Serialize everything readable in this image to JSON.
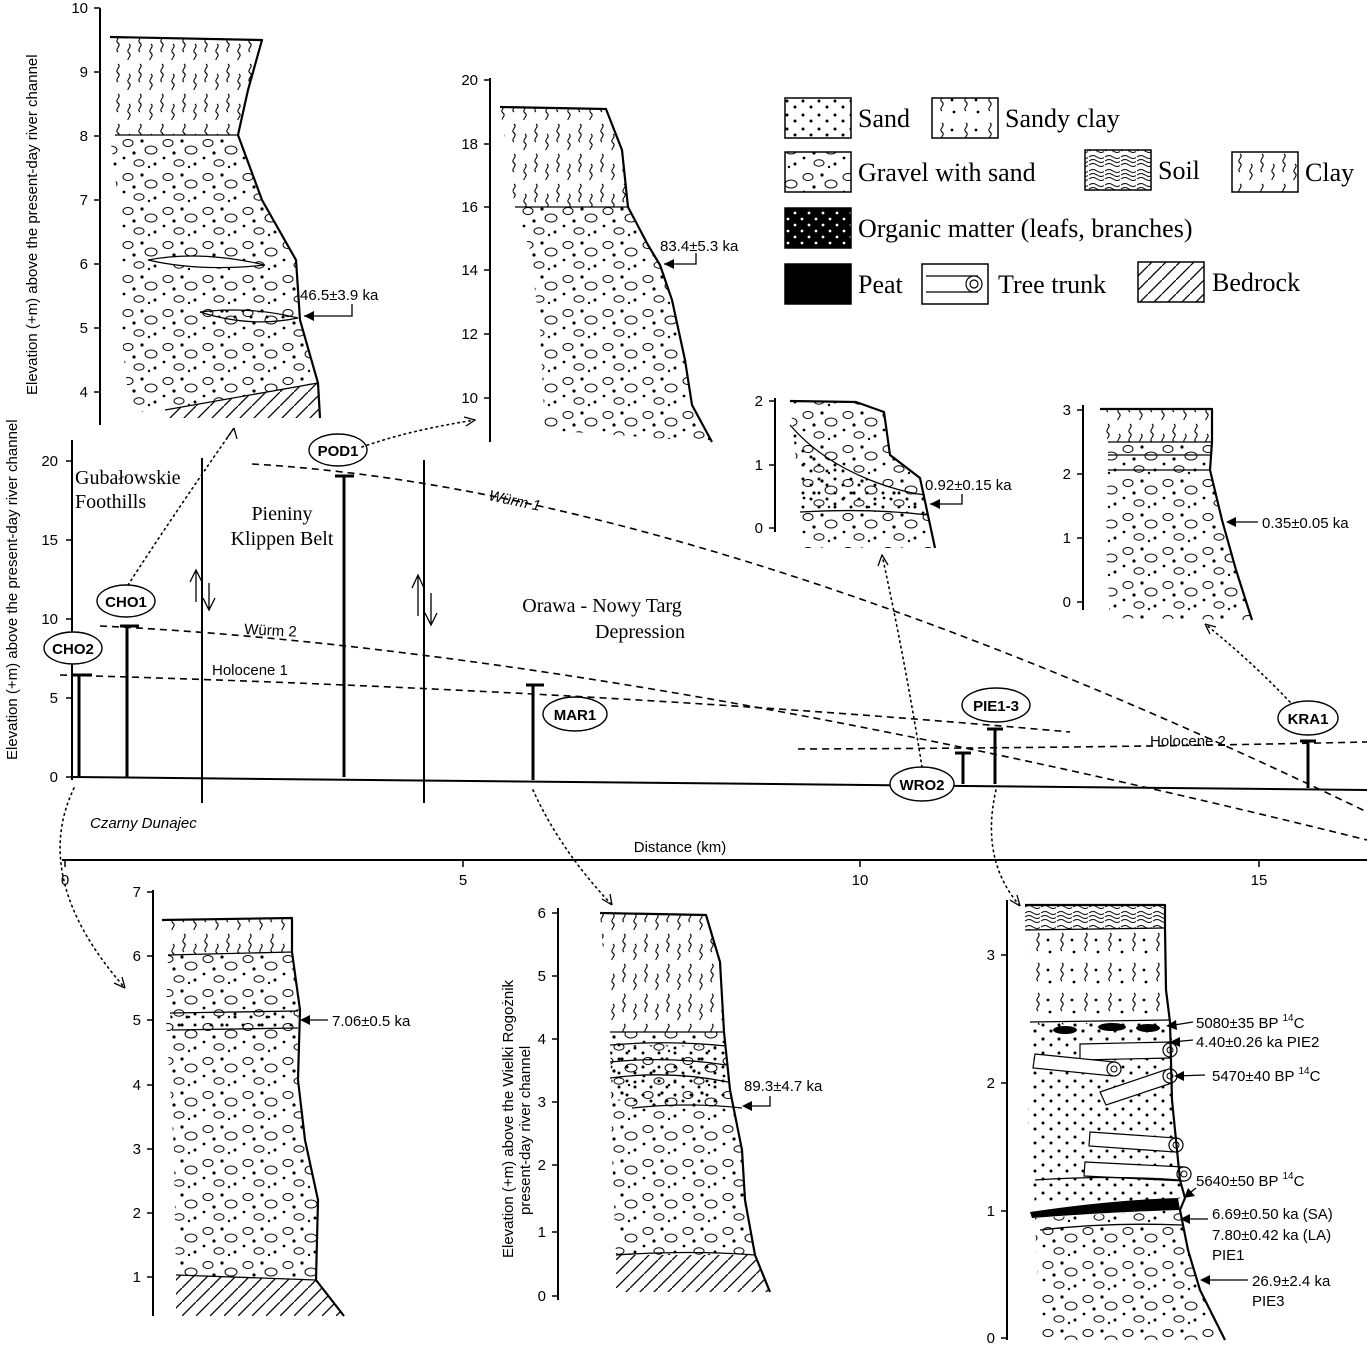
{
  "legend": {
    "sand": "Sand",
    "sandy_clay": "Sandy clay",
    "gravel": "Gravel with sand",
    "soil": "Soil",
    "clay": "Clay",
    "organic": "Organic matter (leafs, branches)",
    "peat": "Peat",
    "tree": "Tree trunk",
    "bedrock": "Bedrock"
  },
  "main": {
    "ylabel": "Elevation (+m) above the present-day river channel",
    "xlabel": "Distance  (km)",
    "river": "Czarny Dunajec",
    "y_ticks": [
      "0",
      "5",
      "10",
      "15",
      "20"
    ],
    "x_ticks": [
      "0",
      "5",
      "10",
      "15"
    ],
    "regions": {
      "gubal_1": "Gubałowskie",
      "gubal_2": "Foothills",
      "pieniny_1": "Pieniny",
      "pieniny_2": "Klippen Belt",
      "orawa_1": "Orawa - Nowy Targ",
      "orawa_2": "Depression"
    },
    "terraces": {
      "wurm1": "Würm 1",
      "wurm2": "Würm 2",
      "holocene1": "Holocene 1",
      "holocene2": "Holocene 2"
    },
    "sites": {
      "cho2": "CHO2",
      "cho1": "CHO1",
      "pod1": "POD1",
      "mar1": "MAR1",
      "wro2": "WRO2",
      "pie13": "PIE1-3",
      "kra1": "KRA1"
    }
  },
  "cho1_profile": {
    "ylabel": "Elevation (+m) above the present-day river channel",
    "ticks": [
      "4",
      "5",
      "6",
      "7",
      "8",
      "9",
      "10"
    ],
    "date": "46.5±3.9 ka"
  },
  "pod1_profile": {
    "ticks": [
      "10",
      "12",
      "14",
      "16",
      "18",
      "20"
    ],
    "date": "83.4±5.3 ka"
  },
  "wro2_profile": {
    "ticks": [
      "0",
      "1",
      "2"
    ],
    "date": "0.92±0.15 ka"
  },
  "kra1_profile": {
    "ticks": [
      "0",
      "1",
      "2",
      "3"
    ],
    "date": "0.35±0.05 ka"
  },
  "cho2_profile": {
    "ticks": [
      "1",
      "2",
      "3",
      "4",
      "5",
      "6",
      "7"
    ],
    "date": "7.06±0.5 ka"
  },
  "mar1_profile": {
    "ylabel1": "Elevation (+m) above the Wielki Rogożnik",
    "ylabel2": "present-day river channel",
    "ticks": [
      "0",
      "1",
      "2",
      "3",
      "4",
      "5",
      "6"
    ],
    "date": "89.3±4.7 ka"
  },
  "pie_profile": {
    "ticks": [
      "0",
      "1",
      "2",
      "3"
    ],
    "d1": "5080±35 BP",
    "d1_sup": "14",
    "d1_suffix": "C",
    "d2": "4.40±0.26 ka PIE2",
    "d3": "5470±40 BP",
    "d3_sup": "14",
    "d3_suffix": "C",
    "d4": "5640±50 BP",
    "d4_sup": "14",
    "d4_suffix": "C",
    "d5": "6.69±0.50 ka (SA)",
    "d6": "7.80±0.42 ka (LA)",
    "d7": "PIE1",
    "d8": "26.9±2.4 ka",
    "d9": "PIE3"
  }
}
